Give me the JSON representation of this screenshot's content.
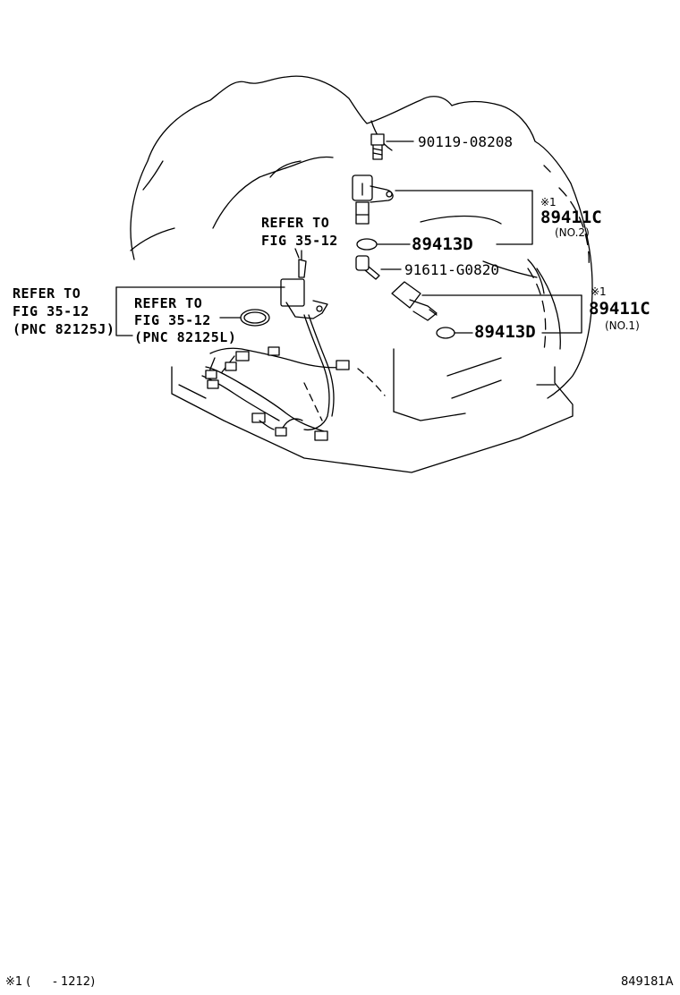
{
  "parts": {
    "bolt_upper": "90119-08208",
    "sensor_no2": "89411C",
    "sensor_no2_mark": "※1",
    "sensor_no2_note": "(NO.2)",
    "oring_upper": "89413D",
    "bolt_lower": "91611-G0820",
    "sensor_no1": "89411C",
    "sensor_no1_mark": "※1",
    "sensor_no1_note": "(NO.1)",
    "oring_lower": "89413D"
  },
  "references": {
    "ref_top": [
      "REFER TO",
      "FIG 35-12"
    ],
    "ref_left": [
      "REFER TO",
      "FIG 35-12",
      "(PNC 82125J)"
    ],
    "ref_mid": [
      "REFER TO",
      "FIG 35-12",
      "(PNC 82125L)"
    ]
  },
  "footer": {
    "note": "※1 (      - 1212)",
    "illustration_id": "849181A"
  }
}
